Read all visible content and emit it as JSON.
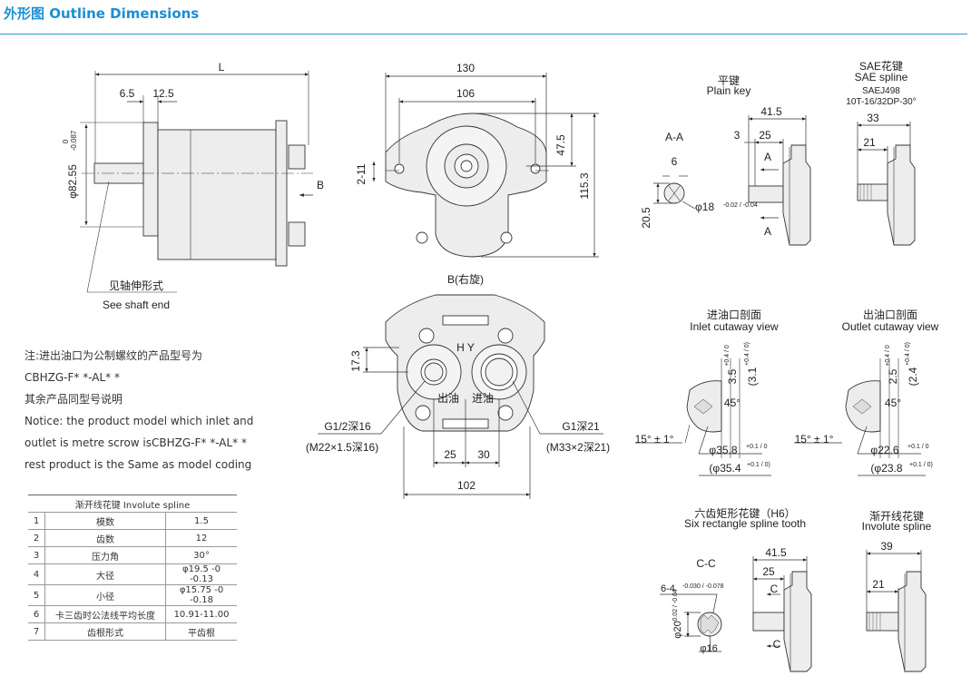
{
  "title": "外形图 Outline Dimensions",
  "side_view": {
    "dim_L": "L",
    "dim_65": "6.5",
    "dim_125": "12.5",
    "dim_dia": "φ82.55",
    "tol_dia_up": "0",
    "tol_dia_lo": "-0.087",
    "arrow_B": "B",
    "shaft_label_cn": "见轴伸形式",
    "shaft_label_en": "See shaft end"
  },
  "front_view": {
    "dim_130": "130",
    "dim_106": "106",
    "dim_475": "47.5",
    "dim_1153": "115.3",
    "dim_211": "2-11"
  },
  "b_view": {
    "title": "B(右旋)",
    "hy": "H Y",
    "dim_173": "17.3",
    "outlet_cn": "出油",
    "inlet_cn": "进油",
    "left_port": "G1/2深16",
    "left_port_m": "(M22×1.5深16)",
    "right_port": "G1深21",
    "right_port_m": "(M33×2深21)",
    "dim_25": "25",
    "dim_30": "30",
    "dim_102": "102"
  },
  "plain_key": {
    "title_cn": "平键",
    "title_en": "Plain key",
    "section": "A-A",
    "dim_415": "41.5",
    "dim_3": "3",
    "dim_25": "25",
    "dim_6": "6",
    "dim_205": "20.5",
    "dim_18": "φ18",
    "tol_18": "-0.02 / -0.04",
    "label_A": "A"
  },
  "sae_spline": {
    "title_cn": "SAE花键",
    "title_en": "SAE spline",
    "std": "SAEJ498",
    "spec": "10T-16/32DP-30°",
    "dim_33": "33",
    "dim_21": "21"
  },
  "inlet_view": {
    "title_cn": "进油口剖面",
    "title_en": "Inlet cutaway view",
    "dim_35": "3.5",
    "tol_35": "+0.4 / 0",
    "dim_31": "(3.1",
    "tol_31": "+0.4 / 0)",
    "angle": "45°",
    "chamfer": "15° ± 1°",
    "dia1": "φ35.8",
    "dia1_tol": "+0.1 / 0",
    "dia2": "(φ35.4",
    "dia2_tol": "+0.1 / 0)"
  },
  "outlet_view": {
    "title_cn": "出油口剖面",
    "title_en": "Outlet cutaway view",
    "dim_25": "2.5",
    "tol_25": "+0.4 / 0",
    "dim_24": "(2.4",
    "tol_24": "+0.4 / 0)",
    "angle": "45°",
    "chamfer": "15° ± 1°",
    "dia1": "φ22.6",
    "dia1_tol": "+0.1 / 0",
    "dia2": "(φ23.8",
    "dia2_tol": "+0.1 / 0)"
  },
  "rect_spline": {
    "title_cn": "六齿矩形花键（H6）",
    "title_en": "Six rectangle spline tooth",
    "section": "C-C",
    "dim_415": "41.5",
    "dim_25": "25",
    "dim_64": "6-4",
    "tol_64": "-0.030 / -0.078",
    "dim_20": "φ20",
    "tol_20": "-0.02 / -0.04",
    "dim_16": "φ16",
    "label_C": "C"
  },
  "involute_shaft": {
    "title_cn": "渐开线花键",
    "title_en": "Involute spline",
    "dim_39": "39",
    "dim_21": "21"
  },
  "notes": [
    "注:进出油口为公制螺纹的产品型号为",
    "CBHZG-F* *-AL* *",
    "其余产品同型号说明",
    "Notice: the product model which inlet and",
    "outlet is metre scrow isCBHZG-F* *-AL* *",
    "rest product is the Same as model coding"
  ],
  "spline_table": {
    "header": "渐开线花键 Involute spline",
    "rows": [
      {
        "idx": "1",
        "name": "模数",
        "val": "1.5"
      },
      {
        "idx": "2",
        "name": "齿数",
        "val": "12"
      },
      {
        "idx": "3",
        "name": "压力角",
        "val": "30°"
      },
      {
        "idx": "4",
        "name": "大径",
        "val": "φ19.5 -0 -0.13"
      },
      {
        "idx": "5",
        "name": "小径",
        "val": "φ15.75 -0 -0.18"
      },
      {
        "idx": "6",
        "name": "卡三齿时公法线平均长度",
        "val": "10.91-11.00"
      },
      {
        "idx": "7",
        "name": "齿根形式",
        "val": "平齿根"
      }
    ]
  },
  "colors": {
    "title": "#1a8fd6",
    "rule": "#2a9be0",
    "part_fill": "#ededed",
    "line": "#333333"
  }
}
